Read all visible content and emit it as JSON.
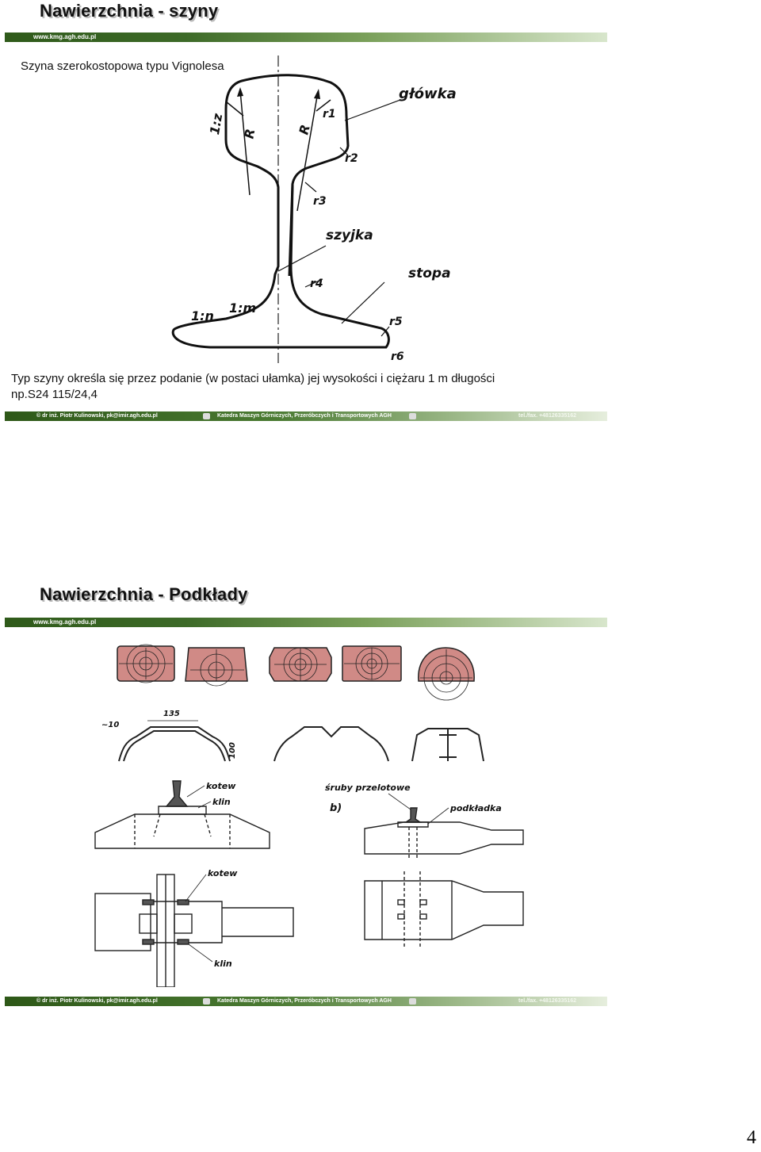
{
  "slide1": {
    "title": "Nawierzchnia - szyny",
    "url": "www.kmg.agh.edu.pl",
    "subtitle": "Szyna szerokostopowa typu Vignolesa",
    "caption_line1": "Typ szyny określa się przez podanie (w postaci ułamka) jej wysokości i ciężaru 1 m długości",
    "caption_line2": "np.S24 115/24,4",
    "labels": {
      "glowka": "główka",
      "szyjka": "szyjka",
      "stopa": "stopa",
      "r1": "r1",
      "r2": "r2",
      "r3": "r3",
      "r4": "r4",
      "r5": "r5",
      "r6": "r6",
      "R_left": "R",
      "R_right": "R",
      "slope_z": "1:z",
      "slope_n": "1:n",
      "slope_m": "1:m"
    }
  },
  "slide2": {
    "title": "Nawierzchnia - Podkłady",
    "url": "www.kmg.agh.edu.pl",
    "labels": {
      "dim135": "135",
      "dim10": "~10",
      "dim100": "100",
      "kotew": "kotew",
      "klin": "klin",
      "sruby": "śruby przelotowe",
      "podkladka": "podkładka",
      "b": "b)",
      "kotew2": "kotew",
      "klin2": "klin"
    }
  },
  "footer": {
    "author": "© dr inż. Piotr Kulinowski, pk@imir.agh.edu.pl",
    "department": "Katedra Maszyn Górniczych, Przeróbczych i Transportowych AGH",
    "phone": "tel./fax. +48126335162"
  },
  "page_number": "4",
  "colors": {
    "sleeper_fill": "#d08a86",
    "bar_dark": "#2f5a1a"
  }
}
